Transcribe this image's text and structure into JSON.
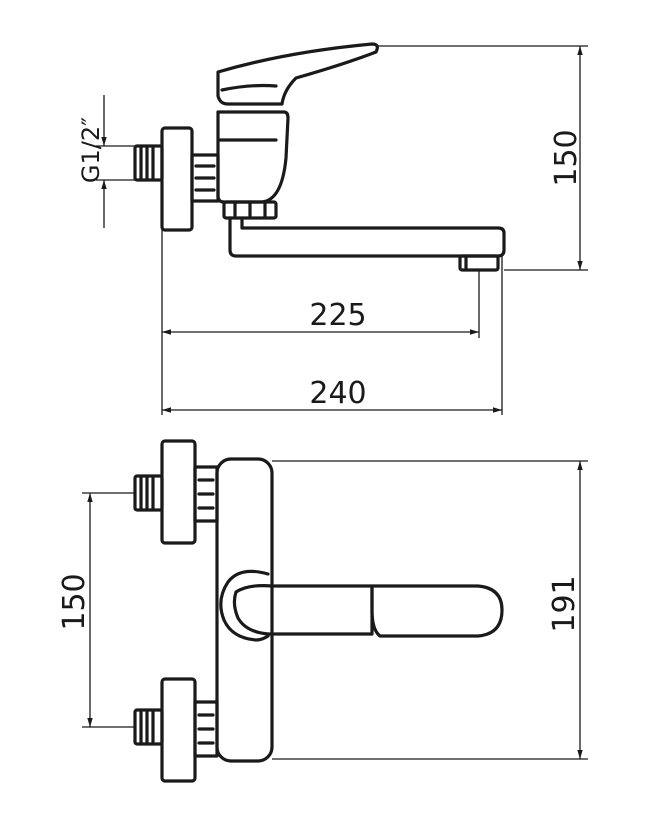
{
  "dimensions": {
    "top_height": "150",
    "spout_reach": "225",
    "overall_width": "240",
    "inlet_spacing": "150",
    "body_height": "191"
  },
  "thread_label": "G1/2″"
}
